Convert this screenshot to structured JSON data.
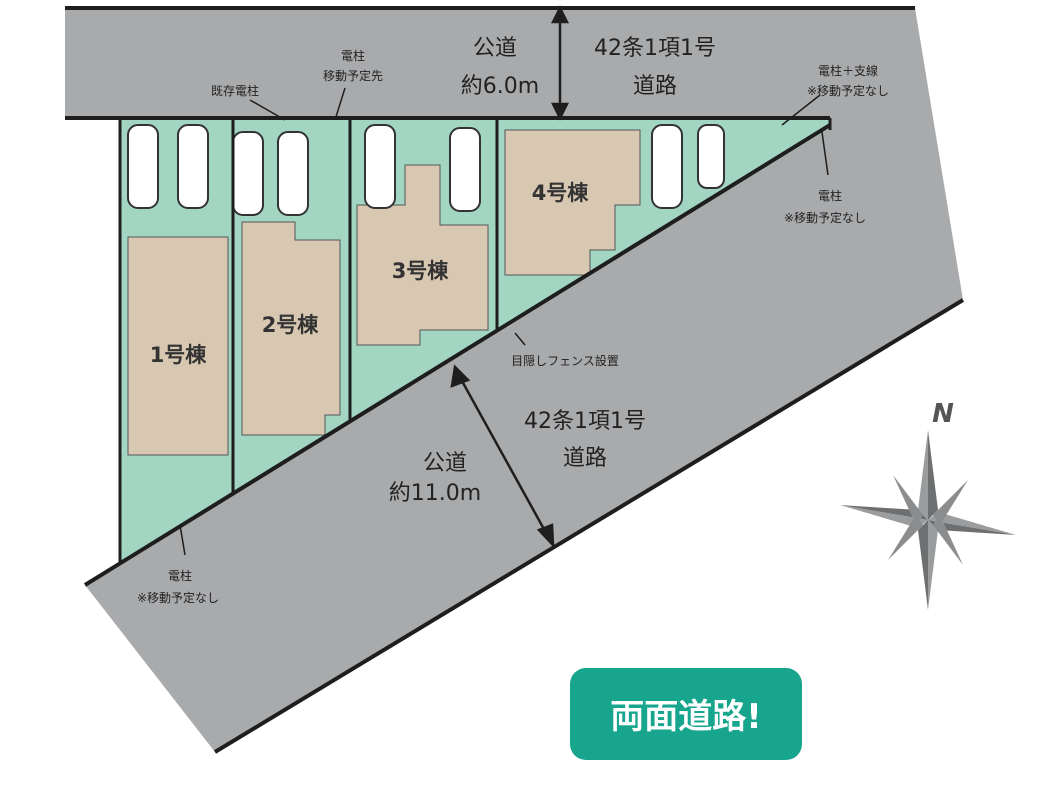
{
  "colors": {
    "road": "#a9aaac",
    "lot": "#a2d5c2",
    "building": "#d8c8b2",
    "badge": "#17a58d",
    "line": "#1e1e1e"
  },
  "top_road": {
    "name": "公道",
    "width": "約6.0m",
    "type_line1": "42条1項1号",
    "type_line2": "道路"
  },
  "bottom_road": {
    "name": "公道",
    "width": "約11.0m",
    "type_line1": "42条1項1号",
    "type_line2": "道路"
  },
  "annotations": {
    "existing_pole": "既存電柱",
    "pole_relocation_1": "電柱",
    "pole_relocation_2": "移動予定先",
    "pole_guy_1": "電柱＋支線",
    "pole_guy_2": "※移動予定なし",
    "pole_right_1": "電柱",
    "pole_right_2": "※移動予定なし",
    "pole_bottom_1": "電柱",
    "pole_bottom_2": "※移動予定なし",
    "fence": "目隠しフェンス設置"
  },
  "buildings": [
    "1号棟",
    "2号棟",
    "3号棟",
    "4号棟"
  ],
  "compass": "N",
  "badge": "両面道路!"
}
